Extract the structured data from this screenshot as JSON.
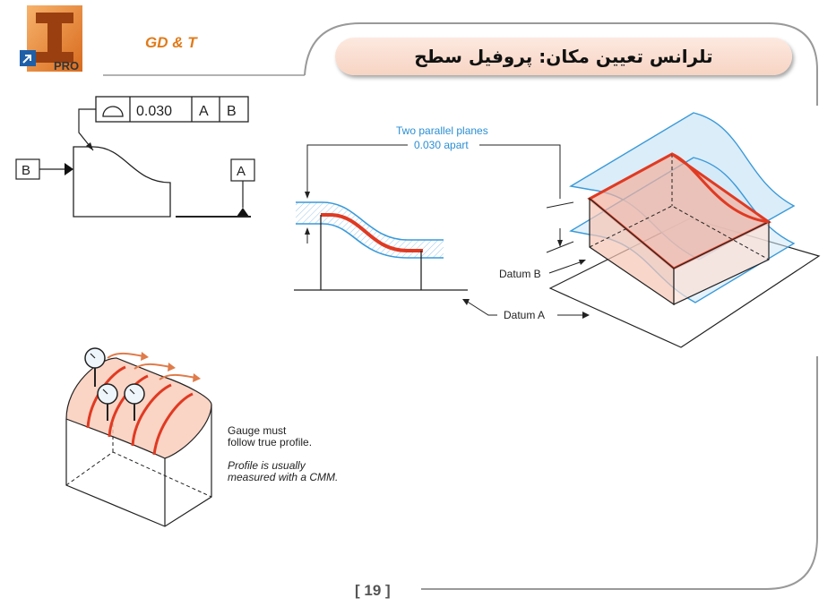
{
  "header": {
    "logo_badge": "PRO",
    "course_label": "GD & T",
    "slide_title": "تلرانس تعیین مکان: پروفیل سطح"
  },
  "fcf": {
    "tolerance": "0.030",
    "datum1": "A",
    "datum2": "B"
  },
  "datums": {
    "left_label": "B",
    "right_label": "A"
  },
  "zone_diagram": {
    "caption_line1": "Two parallel planes",
    "caption_line2": "0.030 apart",
    "datum_b": "Datum B",
    "datum_a": "Datum A"
  },
  "gauge_notes": {
    "line1": "Gauge must",
    "line2": "follow true profile.",
    "line3": "Profile is usually",
    "line4": "measured with a CMM."
  },
  "footer": {
    "page": "[ 19 ]"
  },
  "colors": {
    "accent_orange": "#e07b1a",
    "tolerance_red": "#e03a22",
    "zone_blue": "#3a9ad9",
    "pill_bg": "#f8dccf"
  }
}
